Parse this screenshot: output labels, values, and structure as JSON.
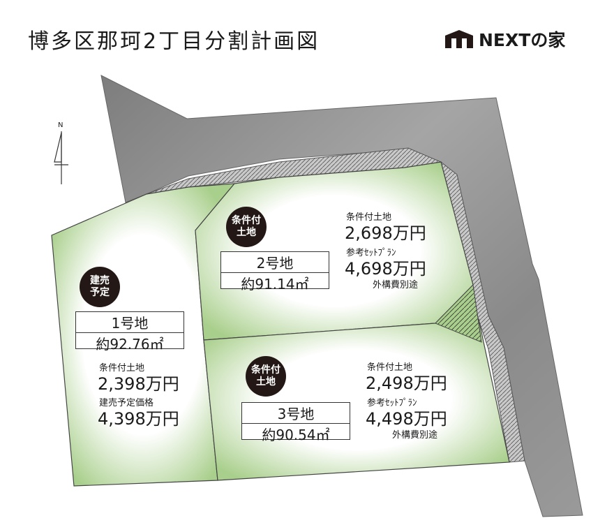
{
  "title": "博多区那珂2丁目分割計画図",
  "brand": {
    "name": "NEXTの家",
    "icon": "house-logo-icon"
  },
  "compass": {
    "label": "N"
  },
  "lots": [
    {
      "badge": [
        "建売",
        "予定"
      ],
      "name": "1号地",
      "area": "約92.76㎡",
      "price_label": "条件付土地",
      "price": "2,398万円",
      "plan_label": "建売予定価格",
      "plan_price": "4,398万円",
      "note": ""
    },
    {
      "badge": [
        "条件付",
        "土地"
      ],
      "name": "2号地",
      "area": "約91.14㎡",
      "price_label": "条件付土地",
      "price": "2,698万円",
      "plan_label": "参考ｾｯﾄﾌﾟﾗﾝ",
      "plan_price": "4,698万円",
      "note": "外構費別途"
    },
    {
      "badge": [
        "条件付",
        "土地"
      ],
      "name": "3号地",
      "area": "約90.54㎡",
      "price_label": "条件付土地",
      "price": "2,498万円",
      "plan_label": "参考ｾｯﾄﾌﾟﾗﾝ",
      "plan_price": "4,498万円",
      "note": "外構費別途"
    }
  ],
  "colors": {
    "lot_fill": "#a9cf8c",
    "lot_glow": "#ffffff",
    "road": "#8c8c8c",
    "badge": "#231815"
  }
}
